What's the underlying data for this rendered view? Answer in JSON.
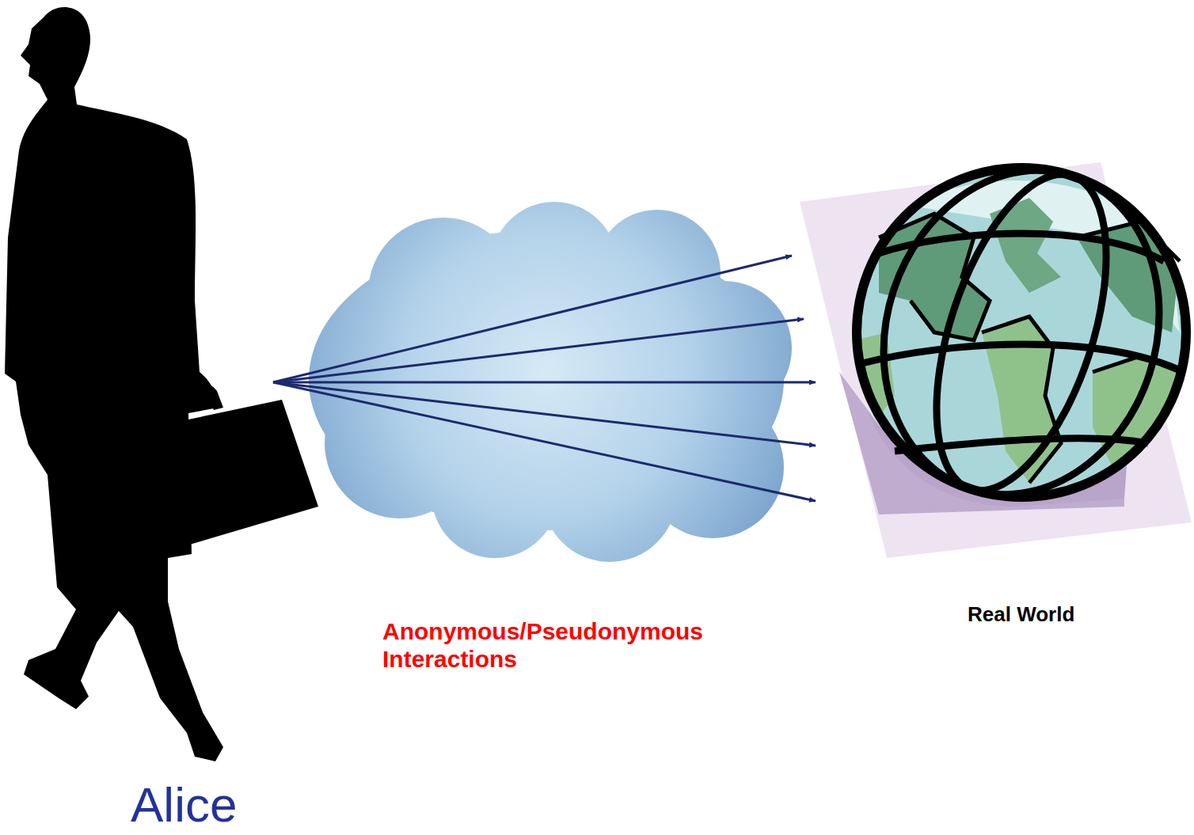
{
  "diagram": {
    "nodes": [
      {
        "text": [
          "Alice"
        ]
      },
      {
        "text": [
          "Real World"
        ]
      }
    ],
    "edges": [
      {
        "from": 0,
        "to": 1,
        "arrow": "to"
      },
      {
        "from": 0,
        "to": 1,
        "arrow": "to"
      },
      {
        "from": 0,
        "to": 1,
        "arrow": "to"
      },
      {
        "from": 0,
        "to": 1,
        "arrow": "to"
      },
      {
        "from": 0,
        "to": 1,
        "arrow": "to"
      }
    ],
    "labels": [
      "Anonymous/Pseudonymous Interactions"
    ]
  }
}
